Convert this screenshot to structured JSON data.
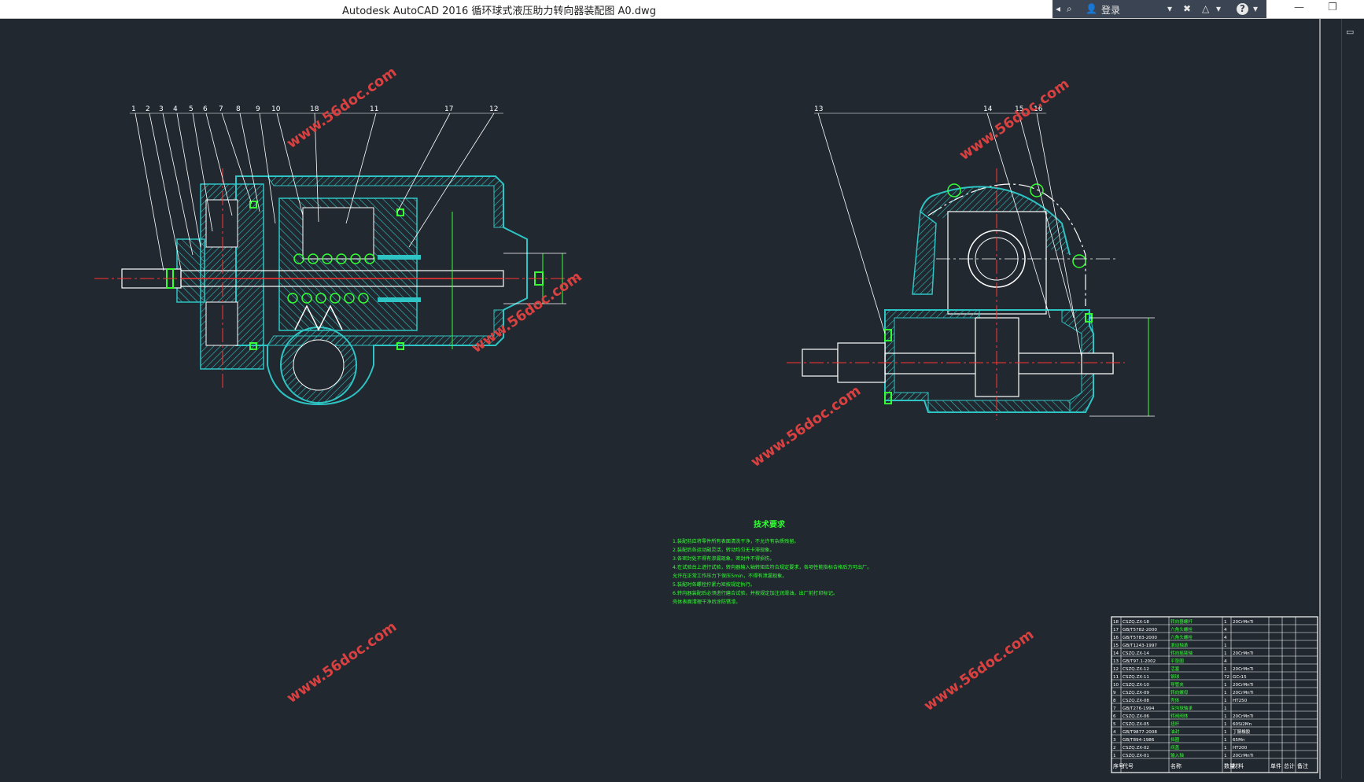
{
  "window": {
    "title": "Autodesk AutoCAD 2016    循环球式液压助力转向器装配图 A0.dwg",
    "signin_label": "登录",
    "help_label": "?",
    "minimize": "—",
    "restore": "❐",
    "colors": {
      "canvas": "#212830",
      "cyan": "#2ec4c4",
      "green": "#33ff33",
      "red": "#ff3333",
      "white": "#ffffff"
    }
  },
  "drawing": {
    "left_view_callouts": [
      "1",
      "2",
      "3",
      "4",
      "5",
      "6",
      "7",
      "8",
      "9",
      "10",
      "18",
      "11",
      "17",
      "12"
    ],
    "right_view_callouts": [
      "13",
      "14",
      "15",
      "16"
    ],
    "watermark": "www.56doc.com"
  },
  "tech_requirements": {
    "title": "技术要求",
    "lines": [
      "1.装配前应将零件所有表面清洗干净，不允许有杂质残留。",
      "2.装配后各运动副灵活，转动均匀无卡滞现象。",
      "3.各密封处不得有渗漏现象，密封件不得损伤。",
      "4.在试验台上进行试验，转向器输入轴转矩应符合规定要求，各项性能指标合格后方可出厂。",
      "  允许在正常工作压力下保压5min，不得有泄漏现象。",
      "5.装配时各螺栓拧紧力矩按规定执行。",
      "6.转向器装配后必须进行磨合试验，并按规定加注润滑油，出厂前打印标记。",
      "  壳体表面清理干净后涂防锈漆。"
    ]
  },
  "bom": {
    "headers": [
      "序号",
      "代号",
      "名称",
      "数量",
      "材料",
      "单件",
      "总计",
      "备注"
    ],
    "rows": [
      [
        "18",
        "CSZQ.ZX-18",
        "转向器螺杆",
        "1",
        "20CrMnTi",
        "",
        "",
        ""
      ],
      [
        "17",
        "GB/T5782-2000",
        "六角头螺栓",
        "4",
        "",
        "",
        "",
        ""
      ],
      [
        "16",
        "GB/T5783-2000",
        "六角头螺栓",
        "4",
        "",
        "",
        "",
        ""
      ],
      [
        "15",
        "GB/T1243-1997",
        "滚动轴承",
        "1",
        "",
        "",
        "",
        ""
      ],
      [
        "14",
        "CSZQ.ZX-14",
        "转向摇臂轴",
        "1",
        "20CrMnTi",
        "",
        "",
        ""
      ],
      [
        "13",
        "GB/T97.1-2002",
        "平垫圈",
        "4",
        "",
        "",
        "",
        ""
      ],
      [
        "12",
        "CSZQ.ZX-12",
        "活塞",
        "1",
        "20CrMnTi",
        "",
        "",
        ""
      ],
      [
        "11",
        "CSZQ.ZX-11",
        "钢球",
        "72",
        "GCr15",
        "",
        "",
        ""
      ],
      [
        "10",
        "CSZQ.ZX-10",
        "导管夹",
        "1",
        "20CrMnTi",
        "",
        "",
        ""
      ],
      [
        "9",
        "CSZQ.ZX-09",
        "转向螺母",
        "1",
        "20CrMnTi",
        "",
        "",
        ""
      ],
      [
        "8",
        "CSZQ.ZX-08",
        "壳体",
        "1",
        "HT250",
        "",
        "",
        ""
      ],
      [
        "7",
        "GB/T276-1994",
        "深沟球轴承",
        "1",
        "",
        "",
        "",
        ""
      ],
      [
        "6",
        "CSZQ.ZX-06",
        "转阀阀体",
        "1",
        "20CrMnTi",
        "",
        "",
        ""
      ],
      [
        "5",
        "CSZQ.ZX-05",
        "扭杆",
        "1",
        "60Si2Mn",
        "",
        "",
        ""
      ],
      [
        "4",
        "GB/T9877-2008",
        "油封",
        "1",
        "丁腈橡胶",
        "",
        "",
        ""
      ],
      [
        "3",
        "GB/T894-1986",
        "挡圈",
        "1",
        "65Mn",
        "",
        "",
        ""
      ],
      [
        "2",
        "CSZQ.ZX-02",
        "阀盖",
        "1",
        "HT200",
        "",
        "",
        ""
      ],
      [
        "1",
        "CSZQ.ZX-01",
        "输入轴",
        "1",
        "20CrMnTi",
        "",
        "",
        ""
      ]
    ]
  }
}
